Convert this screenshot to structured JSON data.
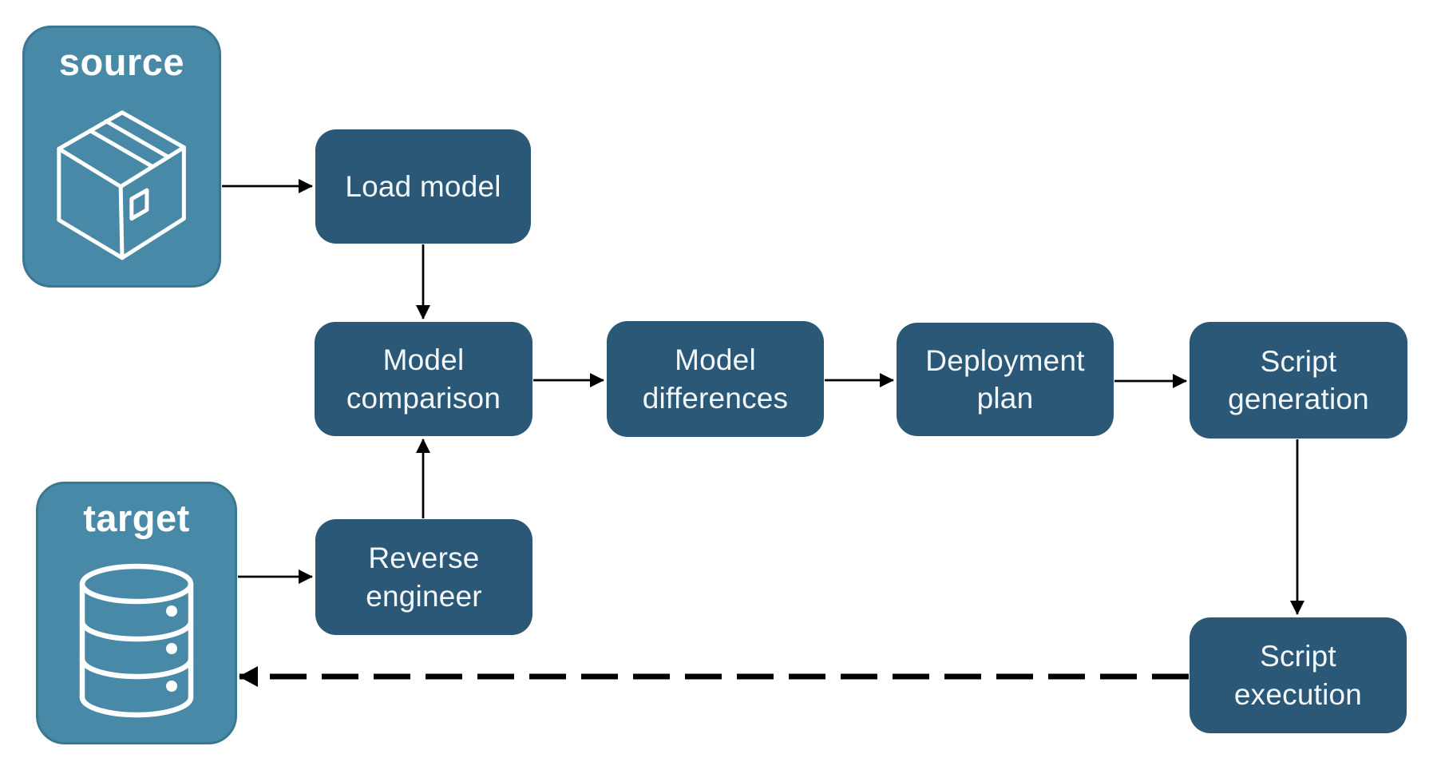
{
  "diagram": {
    "containers": [
      {
        "id": "source",
        "label": "source",
        "icon": "package-icon"
      },
      {
        "id": "target",
        "label": "target",
        "icon": "database-icon"
      }
    ],
    "nodes": [
      {
        "id": "load-model",
        "label": "Load model"
      },
      {
        "id": "model-comparison",
        "label": "Model\ncomparison"
      },
      {
        "id": "model-differences",
        "label": "Model\ndifferences"
      },
      {
        "id": "deployment-plan",
        "label": "Deployment\nplan"
      },
      {
        "id": "script-generation",
        "label": "Script\ngeneration"
      },
      {
        "id": "reverse-engineer",
        "label": "Reverse\nengineer"
      },
      {
        "id": "script-execution",
        "label": "Script\nexecution"
      }
    ],
    "edges": [
      {
        "from": "source",
        "to": "load-model",
        "style": "solid"
      },
      {
        "from": "load-model",
        "to": "model-comparison",
        "style": "solid"
      },
      {
        "from": "model-comparison",
        "to": "model-differences",
        "style": "solid"
      },
      {
        "from": "model-differences",
        "to": "deployment-plan",
        "style": "solid"
      },
      {
        "from": "deployment-plan",
        "to": "script-generation",
        "style": "solid"
      },
      {
        "from": "script-generation",
        "to": "script-execution",
        "style": "solid"
      },
      {
        "from": "target",
        "to": "reverse-engineer",
        "style": "solid"
      },
      {
        "from": "reverse-engineer",
        "to": "model-comparison",
        "style": "solid"
      },
      {
        "from": "script-execution",
        "to": "target",
        "style": "dashed"
      }
    ]
  },
  "theme": {
    "bg": "#ffffff",
    "node_fill": "#2b5877",
    "node_text": "#f2f7fa",
    "teal_fill": "#4989a8",
    "teal_border": "#3b7791",
    "title_text": "#ffffff",
    "edge_color": "#000000"
  }
}
